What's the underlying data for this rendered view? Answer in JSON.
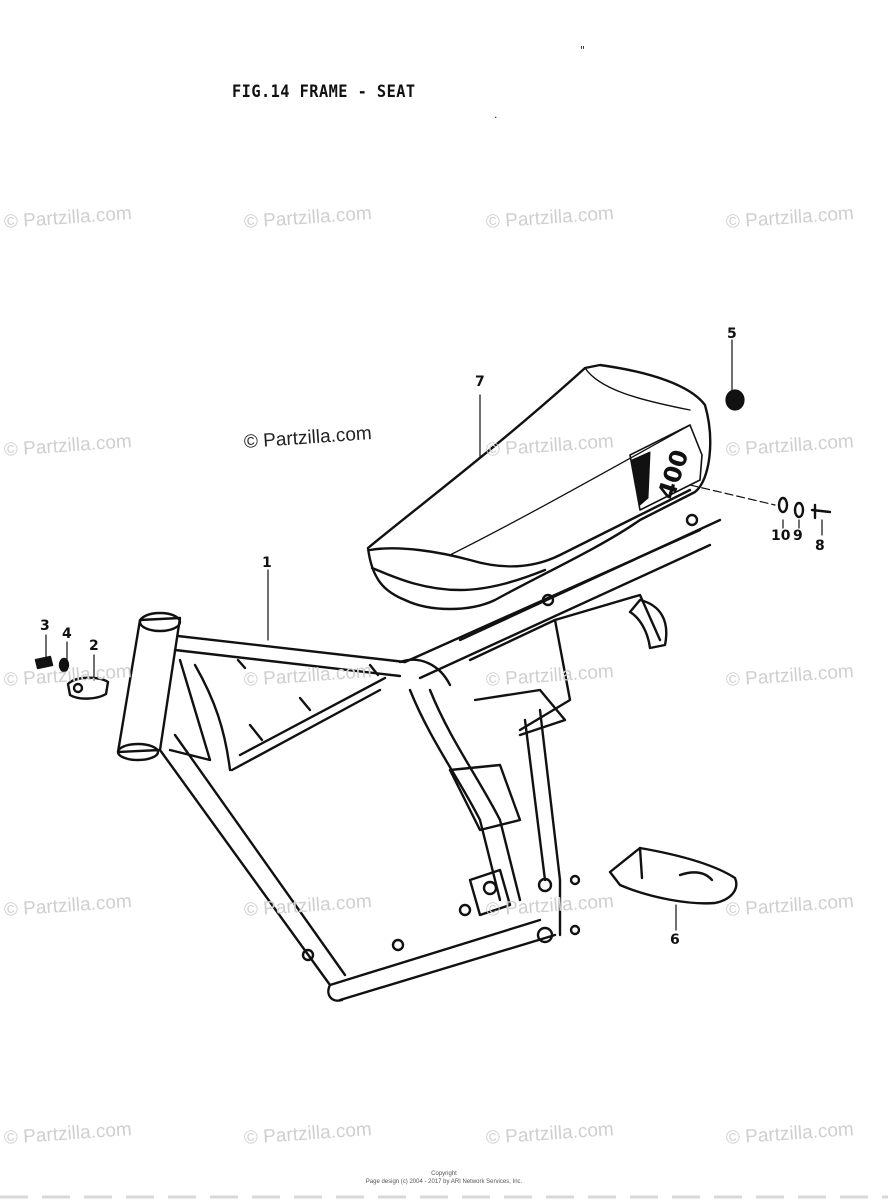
{
  "title": "FIG.14  FRAME - SEAT",
  "stray_marks": [
    "\"",
    "."
  ],
  "watermark": "© Partzilla.com",
  "callouts": {
    "frame": "1",
    "clamp": "2",
    "bolt": "3",
    "washer": "4",
    "seat_cap": "5",
    "mud_flap": "6",
    "seat": "7",
    "seat_bolt": "8",
    "seat_washer": "9",
    "seat_nut": "10"
  },
  "seat_emblem": "400",
  "copyright": {
    "line1": "Copyright",
    "line2": "Page design (c) 2004 - 2017 by ARI Network Services, Inc."
  },
  "colors": {
    "line": "#111111",
    "watermark": "#cfcfcf",
    "background": "#ffffff"
  }
}
